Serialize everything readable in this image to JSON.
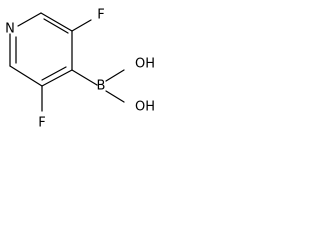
{
  "structure": {
    "atoms": {
      "nitrogen": "N",
      "fluorine_top": "F",
      "fluorine_bottom": "F",
      "boron": "B",
      "hydroxyl_top": "OH",
      "hydroxyl_bottom": "OH"
    }
  }
}
